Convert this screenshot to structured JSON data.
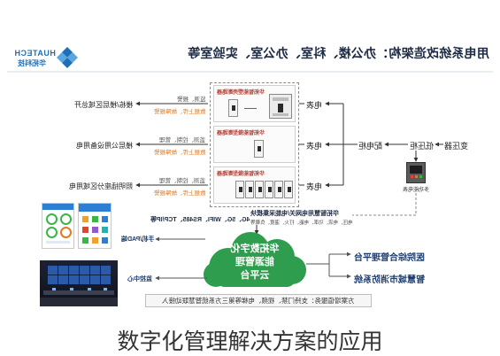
{
  "header": {
    "title": "用电系统改造架构：办公楼、科室、办公室、实验室等",
    "logo_en": "HUATECH",
    "logo_cn": "华拓科技"
  },
  "supply": {
    "transformer": "变压器",
    "low_voltage_cabinet": "低压柜",
    "distribution_cabinet": "配电柜",
    "multifunction_meter": "多功能电表"
  },
  "rows": [
    {
      "meter": "电表",
      "device": "华拓智能塑壳断路器",
      "control": "监测、报警",
      "data": "数据上传、故障报警",
      "target": "楼栋/楼层区域总开"
    },
    {
      "meter": "电表",
      "device": "华拓智能微型断路器",
      "control": "监测、控制、管理",
      "data": "数据上传、故障报警",
      "target": "楼层公用设备用电"
    },
    {
      "meter": "电表",
      "device": "华拓智能微型断路器",
      "control": "监测、控制、管理",
      "data": "数据上传、故障报警",
      "target": "照明插座分区域用电"
    }
  ],
  "gateway": {
    "title": "华拓智慧用电网关/电能采集模块",
    "params": "电压、电流、功率、电能、打火、温度、负载等",
    "protocols": "4G、5G、WIFI、RS485、TCP/IP等"
  },
  "cloud": {
    "lines": [
      "华拓数字化",
      "能源管理",
      "云平台"
    ]
  },
  "clients": {
    "mobile": "手机/PAD端",
    "monitor_center": "监控中心"
  },
  "platforms": {
    "hospital": "医院综合管理平台",
    "fire": "智慧城市消防系统"
  },
  "service_note": "方案增值服务：支持门禁、视频、电梯等第三方系统智慧联动接入",
  "caption": "数字化管理解决方案的应用",
  "colors": {
    "title": "#1e2b45",
    "brand_blue": "#1e6fb8",
    "cloud_green": "#2f9d4e",
    "data_orange": "#e07b22",
    "device_label_red": "#b8392f"
  }
}
